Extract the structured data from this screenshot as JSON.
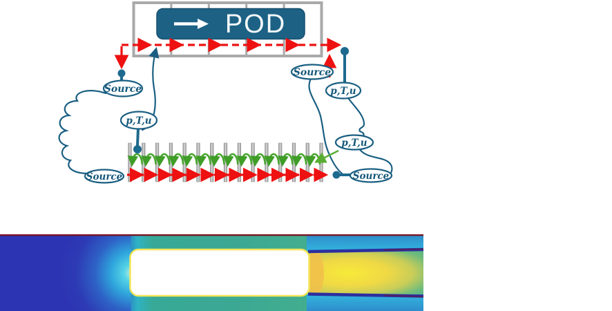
{
  "labels": {
    "pod": "POD",
    "source": "Source",
    "ptu": "p,T,u"
  },
  "pod_grid": {
    "cells": 5
  },
  "comb": {
    "bar_count": 15,
    "arc_count": 14
  },
  "flow_field": {
    "type": "cfd-velocity-snapshot",
    "colormap": "jet",
    "obstacle_shape": "rounded-rectangle",
    "colors": {
      "inlet_blue": "#2d34b3",
      "navy_patch": "#252b8e",
      "stagnation_cyan": "#55d4e6",
      "outer_teal": "#3ba893",
      "wake_yellow": "#f7ea39",
      "wake_orange": "#f1c04a",
      "strip_cyan": "#31b4de",
      "shear_dark_blue": "#2c2f9e",
      "wall_dark_red": "#7c1420"
    }
  },
  "colors": {
    "pod_box": "#1d6285",
    "hand_ink": "#1a5f82",
    "red_arrow": "#ee1111",
    "green_arc": "#46a52c",
    "green_link": "#58ad33",
    "grid_gray": "#a9a9a9"
  }
}
